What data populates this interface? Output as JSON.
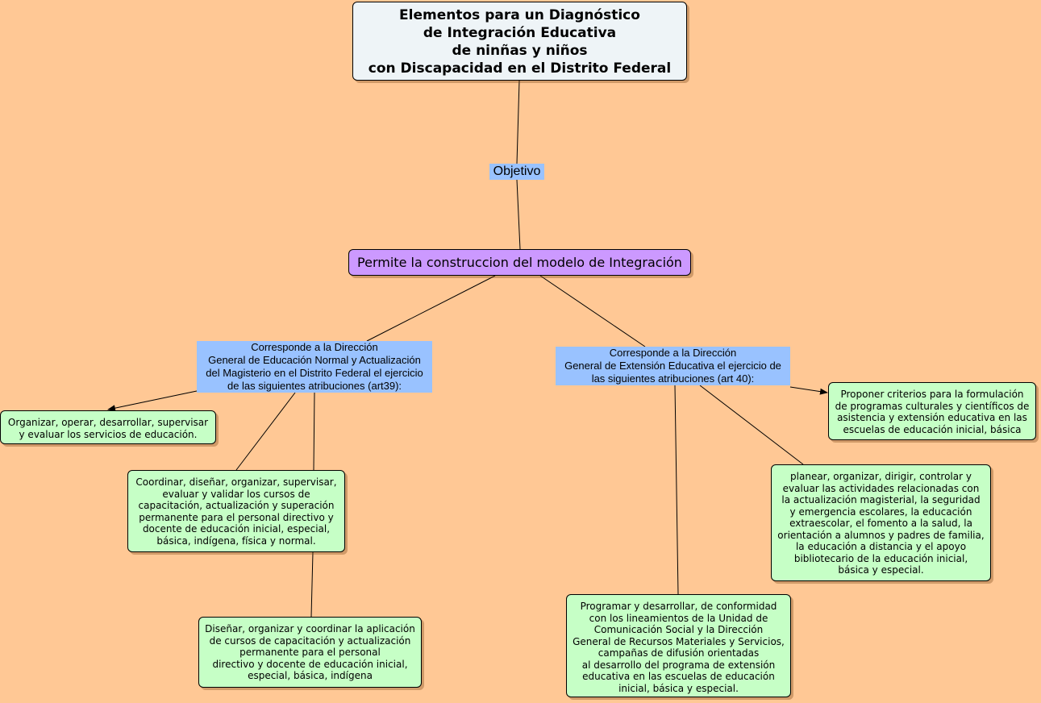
{
  "map": {
    "title": "Elementos para un Diagnóstico\nde Integración Educativa\nde ninñas y niños\ncon Discapacidad en el Distrito Federal",
    "linking_phrase": "Objetivo",
    "purpose": "Permite la construccion del modelo de Integración",
    "left_branch": {
      "heading": "Corresponde a la Dirección\nGeneral de Educación Normal y Actualización\ndel Magisterio en el Distrito Federal el ejercicio\nde las siguientes atribuciones (art39):",
      "tasks": [
        "Organizar, operar, desarrollar, supervisar\ny evaluar los servicios de educación.",
        "Coordinar, diseñar, organizar, supervisar,\nevaluar y validar los cursos de\ncapacitación, actualización y superación\npermanente para el personal directivo y\ndocente de educación inicial, especial,\nbásica, indígena, física y normal.",
        "Diseñar, organizar y coordinar la aplicación\nde cursos de capacitación y actualización\npermanente para el personal\ndirectivo y docente de educación inicial,\nespecial, básica, indígena"
      ]
    },
    "right_branch": {
      "heading": "Corresponde a la Dirección\nGeneral de Extensión Educativa el ejercicio de\nlas siguientes atribuciones (art 40):",
      "tasks": [
        "Proponer criterios para la formulación\nde programas culturales y científicos de\nasistencia y extensión educativa en las\nescuelas de educación inicial, básica",
        "planear, organizar, dirigir, controlar y\nevaluar las actividades relacionadas con\nla actualización magisterial, la seguridad\ny emergencia escolares, la educación\nextraescolar, el fomento a la salud, la\norientación a alumnos y padres de familia,\nla educación a distancia y el apoyo\nbibliotecario de la educación inicial,\nbásica y especial.",
        "Programar y desarrollar, de conformidad\ncon los lineamientos de la Unidad de\nComunicación Social y la Dirección\nGeneral de Recursos Materiales y Servicios,\ncampañas de difusión orientadas\nal desarrollo del programa de extensión\neducativa en las escuelas de educación\ninicial, básica y especial."
      ]
    }
  },
  "colors": {
    "background": "#FFC895",
    "title_box": "#EEF4F7",
    "purpose_box": "#CC99FF",
    "linking_phrase": "#99C2FF",
    "task_box": "#C6FFC6",
    "connector": "#000000"
  }
}
